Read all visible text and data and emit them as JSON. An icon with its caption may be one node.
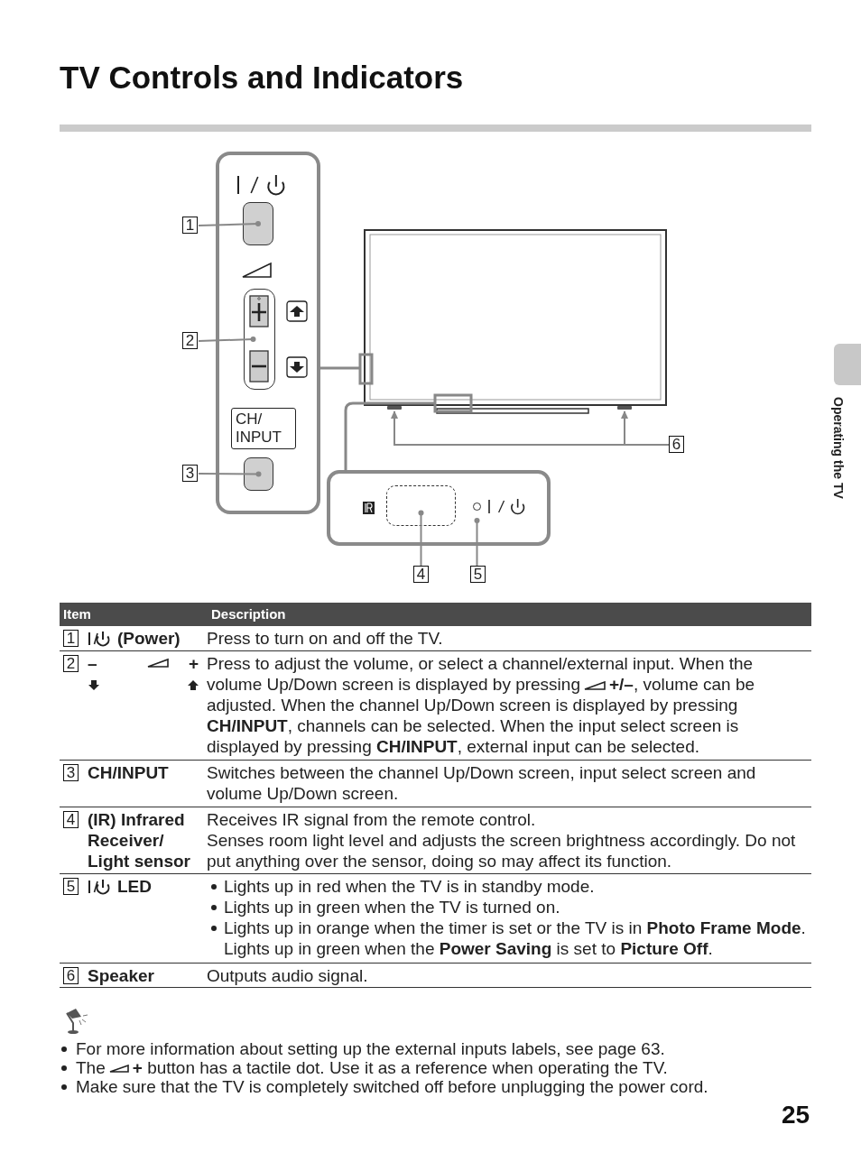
{
  "diagram": {
    "title": "TV Controls and Indicators",
    "nodes": [
      {
        "text": [
          "1"
        ]
      },
      {
        "text": [],
        "shape": "box"
      },
      {
        "text": [
          "2"
        ]
      },
      {
        "text": [],
        "shape": "box"
      },
      {
        "text": [
          "3"
        ]
      },
      {
        "text": [],
        "shape": "box"
      },
      {
        "text": [
          "6"
        ]
      },
      {
        "text": [],
        "shape": "box"
      },
      {
        "text": [],
        "shape": "circle"
      },
      {
        "text": [
          "4"
        ]
      },
      {
        "text": [
          "5"
        ]
      },
      {
        "text": [],
        "shape": "bar"
      },
      {
        "text": [],
        "shape": "bar"
      },
      {
        "text": [
          "1"
        ]
      },
      {
        "text": [
          "2"
        ]
      },
      {
        "text": [
          "3"
        ]
      },
      {
        "text": [
          "4"
        ]
      },
      {
        "text": [
          "5"
        ]
      },
      {
        "text": [
          "6"
        ]
      }
    ],
    "edges": [
      {
        "from": 0,
        "to": 1,
        "arrow": "other"
      },
      {
        "from": 2,
        "to": 3,
        "arrow": "other"
      },
      {
        "from": 4,
        "to": 5,
        "arrow": "other"
      },
      {
        "from": 6,
        "to": 12,
        "arrow": "to"
      },
      {
        "from": 6,
        "to": 11,
        "arrow": "to"
      },
      {
        "from": 9,
        "to": 7,
        "arrow": "other"
      },
      {
        "from": 10,
        "to": 8,
        "arrow": "other"
      }
    ],
    "labels": [
      "CH/ INPUT",
      "Operating the TV",
      "Item",
      "Description",
      "(Power)",
      "Press to turn on and off the TV.",
      "–",
      "+",
      "Press to adjust the volume, or select a channel/external input. When the volume Up/Down screen is displayed by pressing",
      "**+/–**, volume can be adjusted. When the channel Up/Down screen is displayed by pressing **CH/INPUT**, channels can be selected. When the input select screen is displayed by pressing **CH/INPUT**, external input can be selected.",
      "CH/INPUT",
      "Switches between the channel Up/Down screen, input select screen and volume Up/Down screen.",
      "(IR) Infrared Receiver/ Light sensor",
      "Receives IR signal from the remote control.",
      "Senses room light level and adjusts the screen brightness accordingly. Do not put anything over the sensor, doing so may affect its function.",
      "LED",
      "Lights up in red when the TV is in standby mode.",
      "Lights up in green when the TV is turned on.",
      "Lights up in orange when the timer is set or the TV is in **Photo Frame Mode**. Lights up in green when the **Power Saving** is set to **Picture Off**.",
      "Speaker",
      "Outputs audio signal.",
      "For more information about setting up the external inputs labels, see page 63.",
      "The",
      "**+** button has a tactile dot. Use it as a reference when operating the TV.",
      "Make sure that the TV is completely switched off before unplugging the power cord.",
      "25"
    ]
  }
}
